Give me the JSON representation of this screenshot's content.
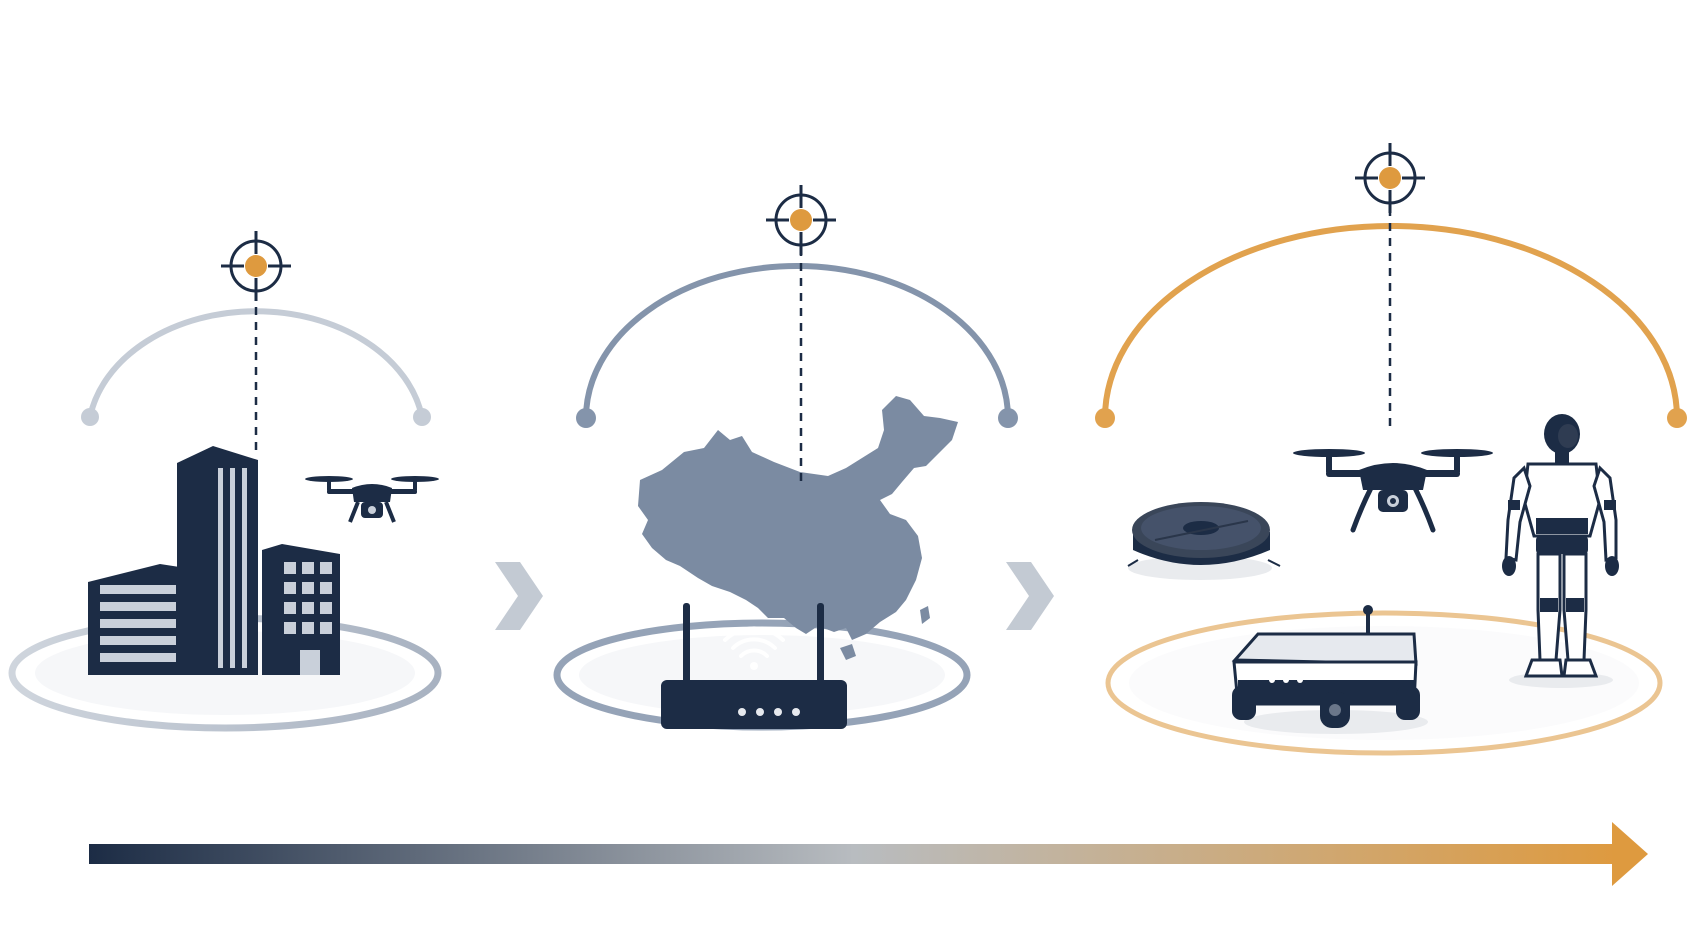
{
  "diagram": {
    "stages": [
      {
        "id": "stage-1",
        "subject": "buildings-and-drone",
        "arc_color": "#c5ccd6",
        "ring_color": "#b9c1cc"
      },
      {
        "id": "stage-2",
        "subject": "map-and-router",
        "arc_color": "#8494ab",
        "ring_color": "#95a3b7"
      },
      {
        "id": "stage-3",
        "subject": "robots-and-drone",
        "arc_color": "#e1a24e",
        "ring_color": "#ebc592"
      }
    ],
    "connectors": [
      "chevron-right-icon",
      "chevron-right-icon"
    ],
    "colors": {
      "navy": "#1c2c45",
      "slate": "#7a8aa1",
      "orange": "#de9a3f",
      "chevron": "#c3cad3"
    },
    "progress_arrow": {
      "direction": "left-to-right",
      "start_color": "#1c2c45",
      "end_color": "#de9a3f"
    }
  }
}
